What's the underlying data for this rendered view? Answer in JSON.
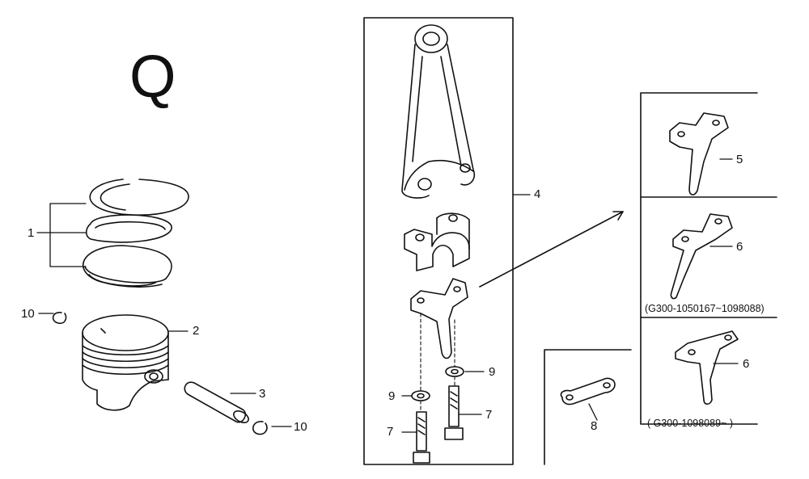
{
  "section_letter": "Q",
  "callouts": {
    "c1": "1",
    "c2": "2",
    "c3": "3",
    "c4": "4",
    "c5": "5",
    "c6a": "6",
    "c6b": "6",
    "c7a": "7",
    "c7b": "7",
    "c8": "8",
    "c9a": "9",
    "c9b": "9",
    "c10a": "10",
    "c10b": "10"
  },
  "serial_ranges": {
    "first": "(G300-1050167~1098088)",
    "second": "( G300-1098089~ )"
  },
  "parts": {
    "piston_rings": "piston-rings",
    "piston": "piston",
    "piston_pin": "piston-pin",
    "pin_clip": "piston-pin-clip",
    "connecting_rod": "connecting-rod",
    "oil_dipper": "oil-dipper",
    "lock_plate": "lock-plate",
    "washer": "washer",
    "bolt": "connecting-rod-bolt"
  }
}
